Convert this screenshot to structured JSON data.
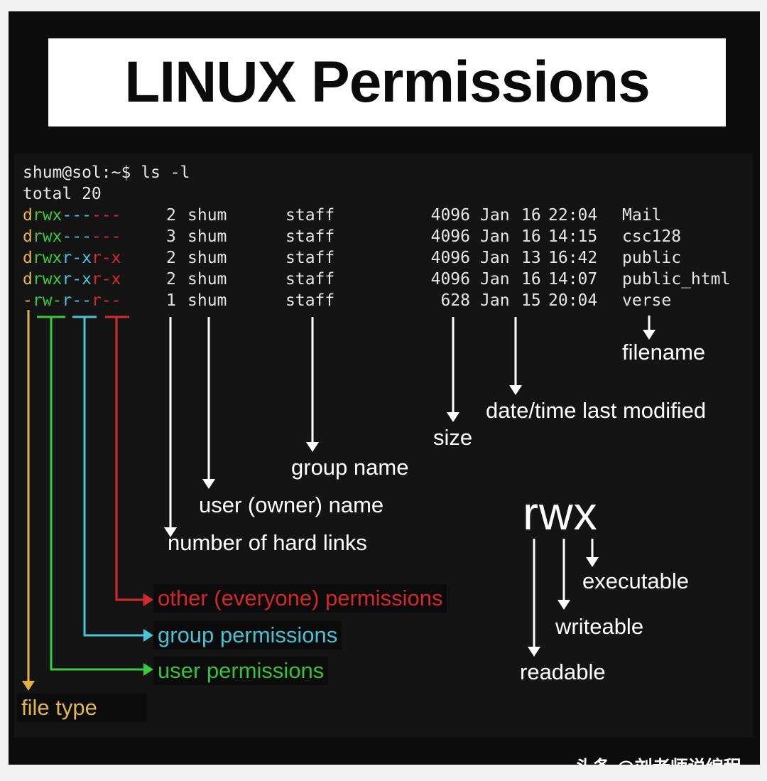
{
  "title": "LINUX Permissions",
  "terminal": {
    "prompt": "shum@sol:~$",
    "command": "ls -l",
    "total_line": "total 20",
    "rows": [
      {
        "type": "d",
        "user": "rwx",
        "group": "---",
        "other": "---",
        "links": "2",
        "owner": "shum",
        "group_name": "staff",
        "size": "4096",
        "month": "Jan",
        "day": "16",
        "time": "22:04",
        "name": "Mail"
      },
      {
        "type": "d",
        "user": "rwx",
        "group": "---",
        "other": "---",
        "links": "3",
        "owner": "shum",
        "group_name": "staff",
        "size": "4096",
        "month": "Jan",
        "day": "16",
        "time": "14:15",
        "name": "csc128"
      },
      {
        "type": "d",
        "user": "rwx",
        "group": "r-x",
        "other": "r-x",
        "links": "2",
        "owner": "shum",
        "group_name": "staff",
        "size": "4096",
        "month": "Jan",
        "day": "13",
        "time": "16:42",
        "name": "public"
      },
      {
        "type": "d",
        "user": "rwx",
        "group": "r-x",
        "other": "r-x",
        "links": "2",
        "owner": "shum",
        "group_name": "staff",
        "size": "4096",
        "month": "Jan",
        "day": "16",
        "time": "14:07",
        "name": "public_html"
      },
      {
        "type": "-",
        "user": "rw-",
        "group": "r--",
        "other": "r--",
        "links": "1",
        "owner": "shum",
        "group_name": "staff",
        "size": "628",
        "month": "Jan",
        "day": "15",
        "time": "20:04",
        "name": "verse"
      }
    ]
  },
  "labels": {
    "filename": "filename",
    "datetime": "date/time last modified",
    "size": "size",
    "group_name": "group name",
    "owner_name": "user (owner) name",
    "hard_links": "number of hard links",
    "other_perms": "other (everyone) permissions",
    "group_perms": "group permissions",
    "user_perms": "user permissions",
    "file_type": "file type"
  },
  "rwx": {
    "title": "rwx",
    "executable": "executable",
    "writeable": "writeable",
    "readable": "readable"
  },
  "colors": {
    "file_type": "#e3b34a",
    "user": "#3ac93a",
    "group": "#47c5d6",
    "other": "#d62a2a"
  },
  "watermark": "头条 @刘老师说编程"
}
